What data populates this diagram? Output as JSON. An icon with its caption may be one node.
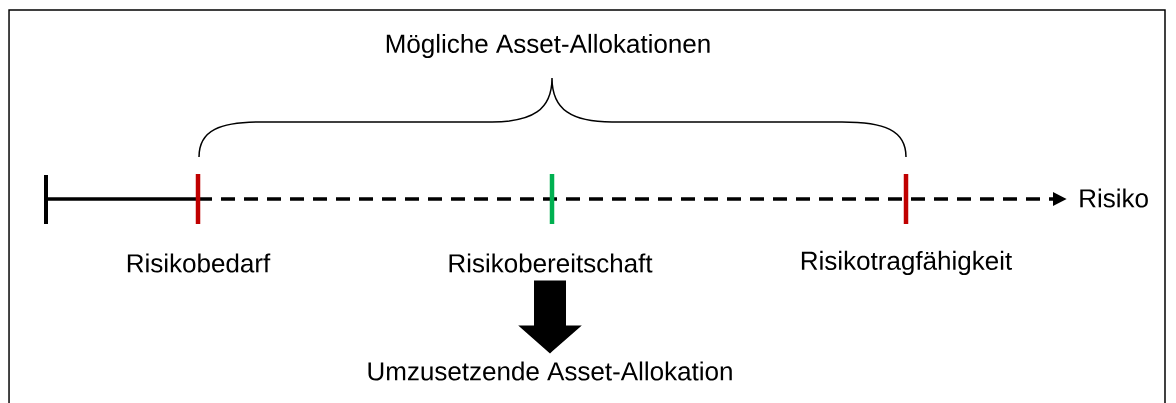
{
  "diagram": {
    "nodes": [
      {
        "text": [
          "Risikobereitschaft"
        ]
      },
      {
        "text": [
          "Umzusetzende Asset-Allokation"
        ]
      }
    ],
    "edges": [
      {
        "from": 0,
        "to": 1,
        "arrow": "to"
      }
    ],
    "labels": [
      "Mögliche Asset-Allokationen",
      "Risiko",
      "Risikobedarf",
      "Risikotragfähigkeit"
    ]
  }
}
